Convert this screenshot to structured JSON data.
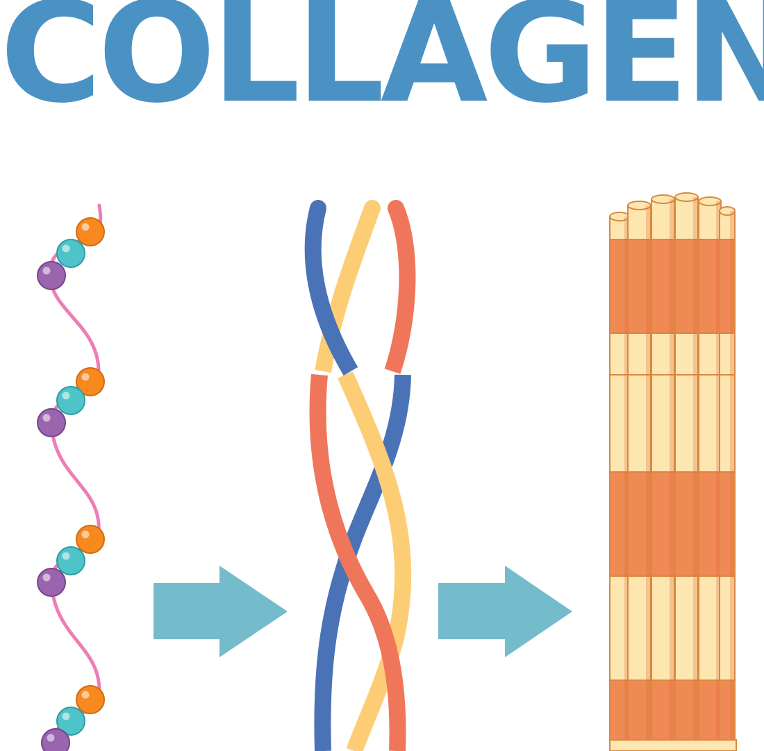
{
  "title": "COLLAGEN",
  "colors": {
    "title": "#4A91C4",
    "arrow": "#74BBCB",
    "strand_blue": "#4A72B6",
    "strand_yellow": "#FDCD75",
    "strand_red": "#EF765B",
    "fiber_orange": "#F08A55",
    "fiber_cream": "#FDE6B0",
    "chain": "#ED7DB5",
    "bead_orange": "#F7891F",
    "bead_cyan": "#4EC4C8",
    "bead_purple": "#9A64AE"
  },
  "stages": [
    {
      "id": "amino-acid-chain",
      "icon": "amino-acid-chain-icon"
    },
    {
      "id": "triple-helix",
      "icon": "triple-helix-icon"
    },
    {
      "id": "collagen-fiber",
      "icon": "collagen-fiber-icon"
    }
  ],
  "arrows": [
    {
      "from": "amino-acid-chain",
      "to": "triple-helix"
    },
    {
      "from": "triple-helix",
      "to": "collagen-fiber"
    }
  ]
}
